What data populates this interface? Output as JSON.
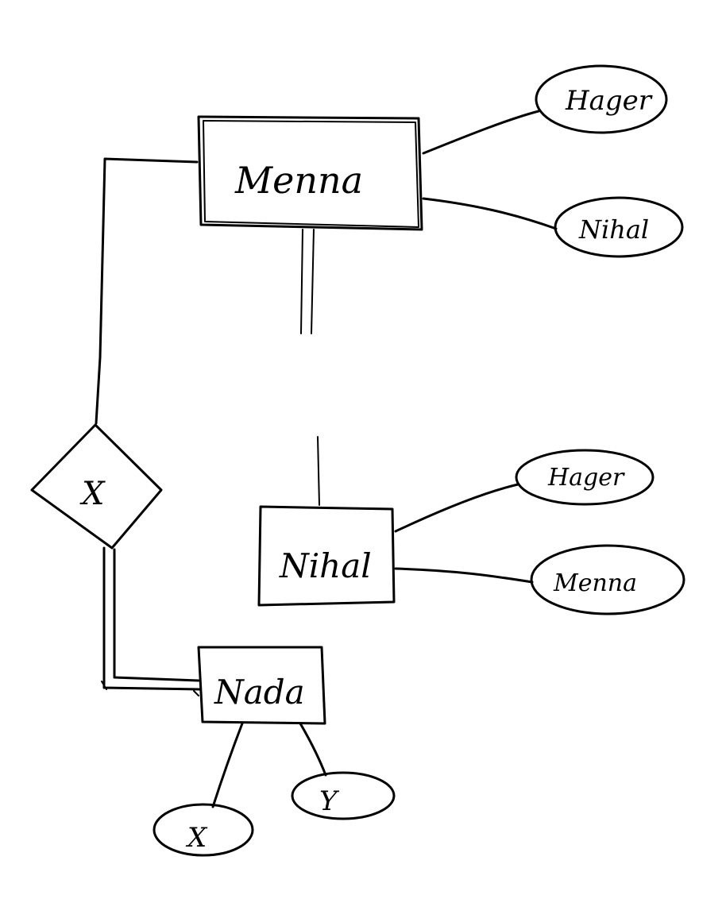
{
  "entities": {
    "menna": "Menna",
    "nihal": "Nihal",
    "nada": "Nada"
  },
  "relationship": {
    "label": "X"
  },
  "attributes": {
    "menna_attr_1": "Hager",
    "menna_attr_2": "Nihal",
    "nihal_attr_1": "Hager",
    "nihal_attr_2": "Menna",
    "nada_attr_1": "X",
    "nada_attr_2": "Y"
  }
}
